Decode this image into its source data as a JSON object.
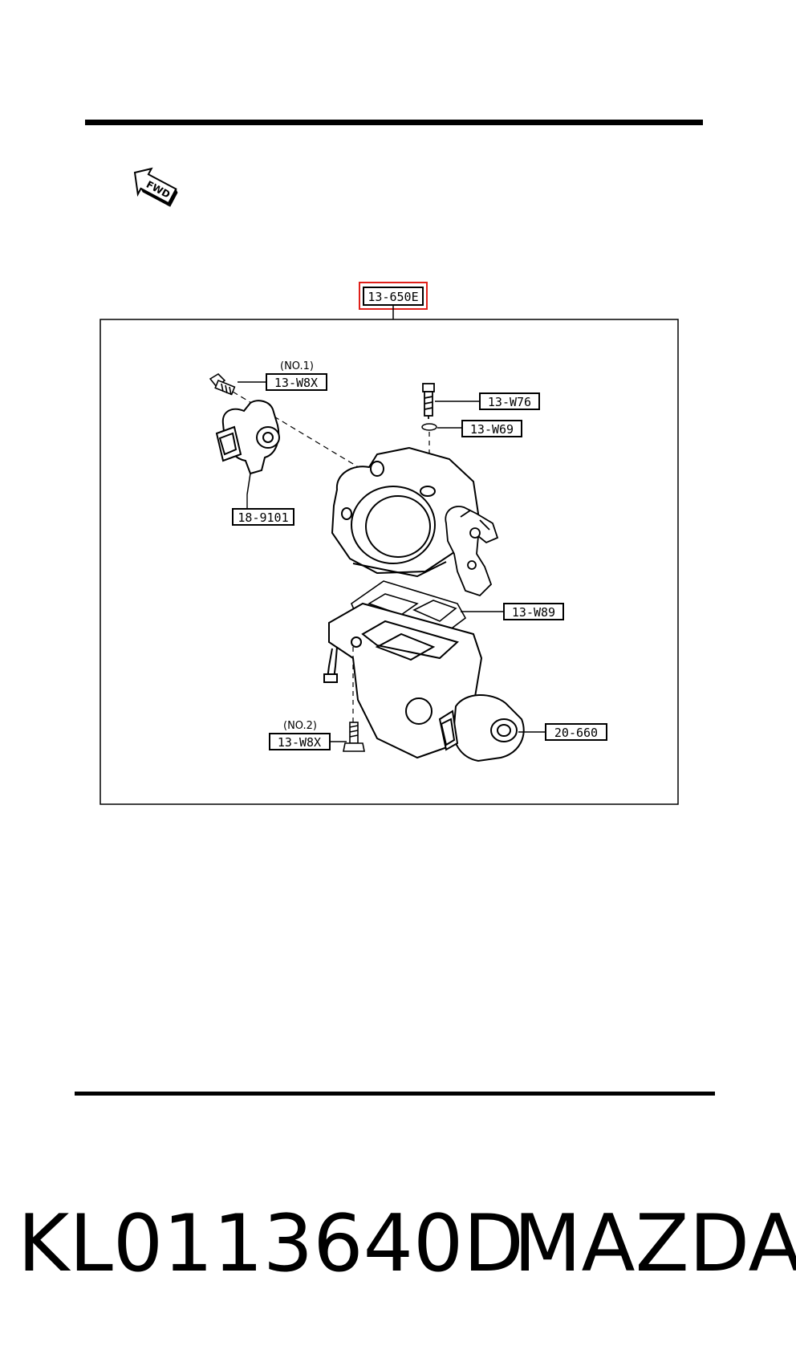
{
  "orientation": {
    "arrow_label": "FWD"
  },
  "assembly": {
    "code": "13-650E",
    "highlight_color": "#e0201a"
  },
  "parts": [
    {
      "key": "bolt_no1_tag",
      "text": "(NO.1)"
    },
    {
      "key": "bolt_no1",
      "text": "13-W8X"
    },
    {
      "key": "screw_top",
      "text": "13-W76"
    },
    {
      "key": "o_ring",
      "text": "13-W69"
    },
    {
      "key": "sensor",
      "text": "18-9101"
    },
    {
      "key": "gasket",
      "text": "13-W89"
    },
    {
      "key": "bolt_no2_tag",
      "text": "(NO.2)"
    },
    {
      "key": "bolt_no2",
      "text": "13-W8X"
    },
    {
      "key": "idle_valve",
      "text": "20-660"
    }
  ],
  "footer": {
    "part_number": "KL0113640D",
    "brand": "MAZDA"
  }
}
